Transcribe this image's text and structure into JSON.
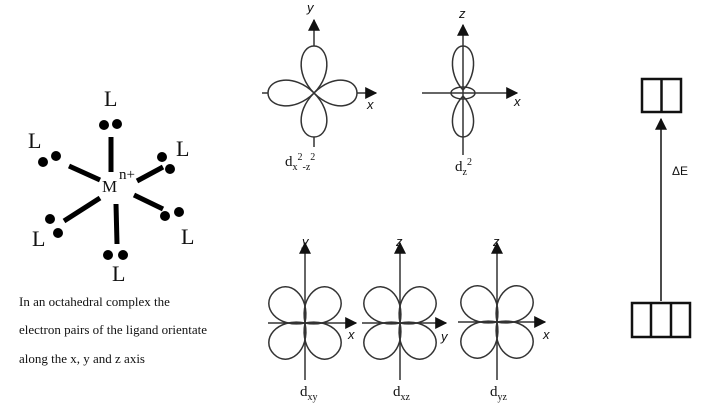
{
  "complex": {
    "ligand": "L",
    "metal": "M",
    "charge": "n+",
    "caption": [
      "In an octahedral complex the",
      "electron pairs of the ligand orientate",
      "along the x, y and z axis"
    ]
  },
  "orbitals": {
    "dx2z2": {
      "axes": [
        "y",
        "x"
      ],
      "d": "d",
      "s1": "x",
      "p1": "2",
      "m": "-",
      "s2": "z",
      "p2": "2"
    },
    "dz2": {
      "axes": [
        "z",
        "x"
      ],
      "d": "d",
      "s1": "z",
      "p1": "2"
    },
    "dxy": {
      "axes": [
        "y",
        "x"
      ],
      "d": "d",
      "s1": "xy"
    },
    "dxz": {
      "axes": [
        "z",
        "y"
      ],
      "d": "d",
      "s1": "xz"
    },
    "dyz": {
      "axes": [
        "z",
        "x"
      ],
      "d": "d",
      "s1": "yz"
    }
  },
  "energy": {
    "label": "ΔE",
    "upper_boxes": 2,
    "lower_boxes": 3
  }
}
